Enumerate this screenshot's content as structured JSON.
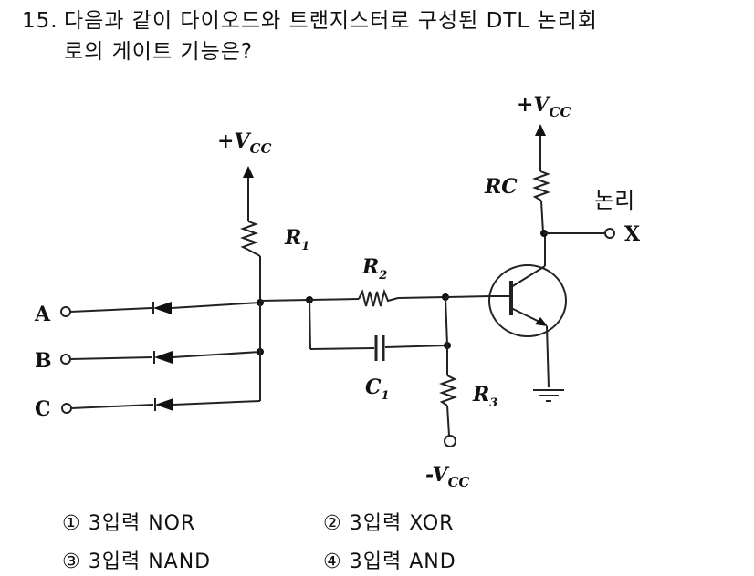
{
  "question": {
    "number": "15.",
    "line1": "다음과 같이 다이오드와 트랜지스터로 구성된 DTL 논리회",
    "line2": "로의 게이트 기능은?"
  },
  "diagram": {
    "vcc_left": "+V",
    "vcc_left_sub": "CC",
    "vcc_right": "+V",
    "vcc_right_sub": "CC",
    "vcc_neg": "-V",
    "vcc_neg_sub": "CC",
    "r1": "R",
    "r1_sub": "1",
    "r2": "R",
    "r2_sub": "2",
    "r3": "R",
    "r3_sub": "3",
    "c1": "C",
    "c1_sub": "1",
    "rc": "RC",
    "output_label": "논리",
    "output_name": "X",
    "input_a": "A",
    "input_b": "B",
    "input_c": "C"
  },
  "options": [
    {
      "mark": "①",
      "text": "3입력  NOR"
    },
    {
      "mark": "②",
      "text": "3입력  XOR"
    },
    {
      "mark": "③",
      "text": "3입력  NAND"
    },
    {
      "mark": "④",
      "text": "3입력  AND"
    }
  ]
}
